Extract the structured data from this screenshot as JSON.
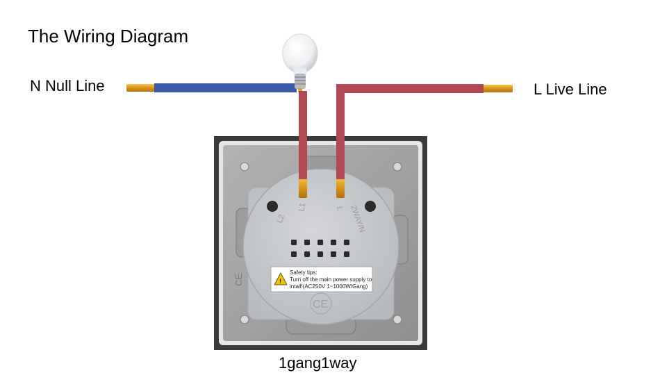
{
  "title": "The Wiring Diagram",
  "labels": {
    "null_line": "N Null Line",
    "live_line": "L Live Line",
    "switch_name": "1gang1way"
  },
  "terminals": [
    "L2",
    "L1",
    "L",
    "2WAY/N"
  ],
  "safety": {
    "heading": "Safety tips:",
    "line1": "Turn off the main power supply to",
    "line2": "intall!(AC250V 1~1000W/Gang)"
  },
  "mark": "CE",
  "colors": {
    "null_wire": "#3b5ba8",
    "live_wire": "#b24a55",
    "wire_tip": "#e0a020",
    "switch_frame": "#3a3a3a",
    "switch_plate": "#a5a5a5",
    "module": "#c7c9cc"
  }
}
